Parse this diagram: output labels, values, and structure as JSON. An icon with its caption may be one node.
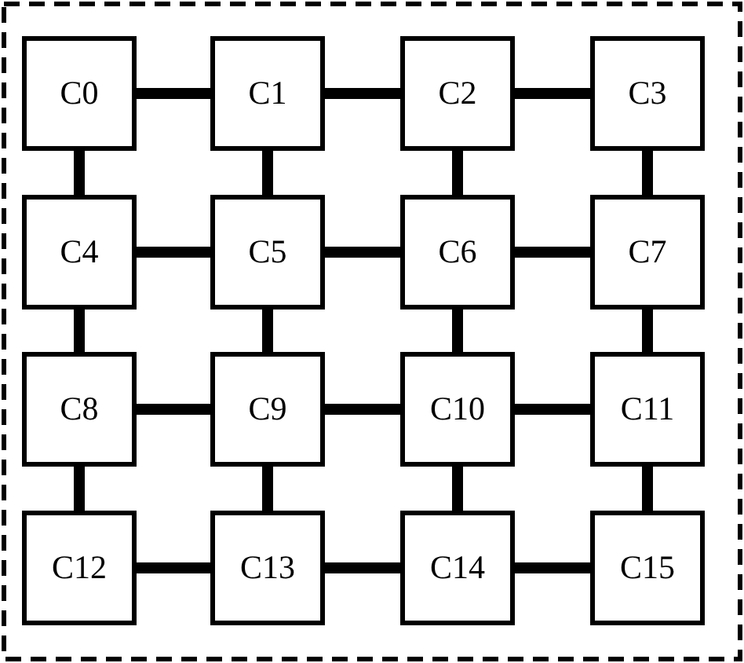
{
  "diagram": {
    "nodes": [
      {
        "text": [],
        "shape": "box"
      },
      {
        "text": [
          "C0"
        ],
        "in": 0
      },
      {
        "text": [
          "C1"
        ],
        "in": 0
      },
      {
        "text": [
          "C2"
        ],
        "in": 0
      },
      {
        "text": [
          "C3"
        ],
        "in": 0
      },
      {
        "text": [
          "C4"
        ],
        "in": 0
      },
      {
        "text": [
          "C5"
        ],
        "in": 0
      },
      {
        "text": [
          "C6"
        ],
        "in": 0
      },
      {
        "text": [
          "C7"
        ],
        "in": 0
      },
      {
        "text": [
          "C8"
        ],
        "in": 0
      },
      {
        "text": [
          "C9"
        ],
        "in": 0
      },
      {
        "text": [
          "C10"
        ],
        "in": 0
      },
      {
        "text": [
          "C11"
        ],
        "in": 0
      },
      {
        "text": [
          "C12"
        ],
        "in": 0
      },
      {
        "text": [
          "C13"
        ],
        "in": 0
      },
      {
        "text": [
          "C14"
        ],
        "in": 0
      },
      {
        "text": [
          "C15"
        ],
        "in": 0
      }
    ],
    "edges": [
      {
        "from": 1,
        "to": 2,
        "arrow": "none"
      },
      {
        "from": 2,
        "to": 3,
        "arrow": "none"
      },
      {
        "from": 3,
        "to": 4,
        "arrow": "none"
      },
      {
        "from": 5,
        "to": 6,
        "arrow": "none"
      },
      {
        "from": 6,
        "to": 7,
        "arrow": "none"
      },
      {
        "from": 7,
        "to": 8,
        "arrow": "none"
      },
      {
        "from": 9,
        "to": 10,
        "arrow": "none"
      },
      {
        "from": 10,
        "to": 11,
        "arrow": "none"
      },
      {
        "from": 11,
        "to": 12,
        "arrow": "none"
      },
      {
        "from": 13,
        "to": 14,
        "arrow": "none"
      },
      {
        "from": 14,
        "to": 15,
        "arrow": "none"
      },
      {
        "from": 15,
        "to": 16,
        "arrow": "none"
      },
      {
        "from": 1,
        "to": 5,
        "arrow": "none"
      },
      {
        "from": 2,
        "to": 6,
        "arrow": "none"
      },
      {
        "from": 3,
        "to": 7,
        "arrow": "none"
      },
      {
        "from": 4,
        "to": 8,
        "arrow": "none"
      },
      {
        "from": 5,
        "to": 9,
        "arrow": "none"
      },
      {
        "from": 6,
        "to": 10,
        "arrow": "none"
      },
      {
        "from": 7,
        "to": 11,
        "arrow": "none"
      },
      {
        "from": 8,
        "to": 12,
        "arrow": "none"
      },
      {
        "from": 9,
        "to": 13,
        "arrow": "none"
      },
      {
        "from": 10,
        "to": 14,
        "arrow": "none"
      },
      {
        "from": 11,
        "to": 15,
        "arrow": "none"
      },
      {
        "from": 12,
        "to": 16,
        "arrow": "none"
      }
    ]
  }
}
